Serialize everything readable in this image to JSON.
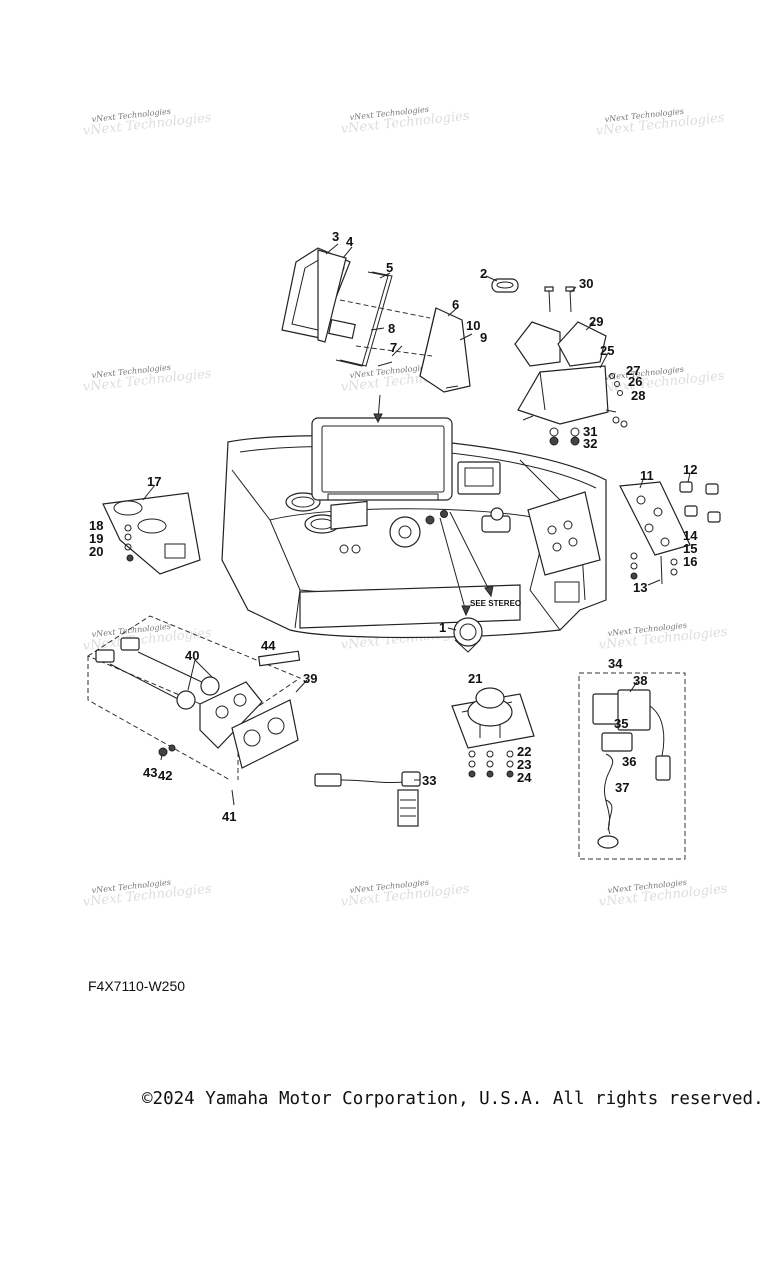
{
  "diagram": {
    "part_code": "F4X7110-W250",
    "copyright": "©2024 Yamaha Motor Corporation, U.S.A. All rights reserved.",
    "see_stereo": "SEE STEREO",
    "watermark": "vNext Technologies",
    "callouts": [
      "1",
      "2",
      "3",
      "4",
      "5",
      "6",
      "7",
      "8",
      "9",
      "10",
      "11",
      "12",
      "13",
      "14",
      "15",
      "16",
      "17",
      "18",
      "19",
      "20",
      "21",
      "22",
      "23",
      "24",
      "25",
      "26",
      "27",
      "28",
      "29",
      "30",
      "31",
      "32",
      "33",
      "34",
      "35",
      "36",
      "37",
      "38",
      "39",
      "40",
      "41",
      "42",
      "43",
      "44"
    ]
  }
}
